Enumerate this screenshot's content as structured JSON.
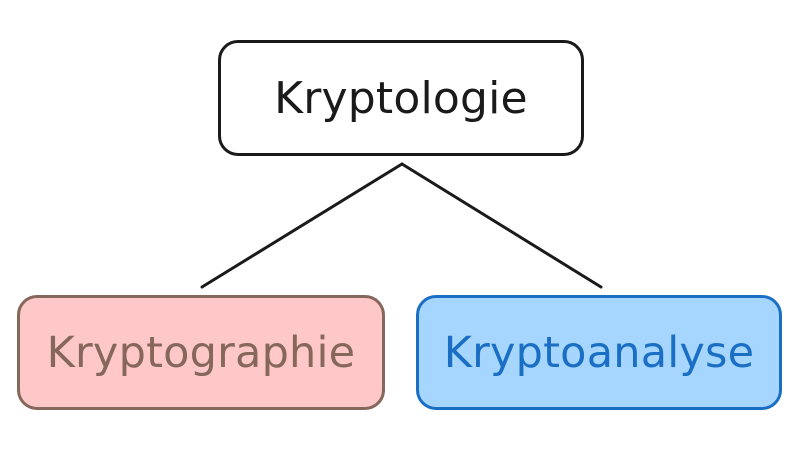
{
  "diagram": {
    "root": {
      "label": "Kryptologie"
    },
    "children": [
      {
        "label": "Kryptographie"
      },
      {
        "label": "Kryptoanalyse"
      }
    ]
  },
  "colors": {
    "root_border": "#1a1a1a",
    "root_fill": "#ffffff",
    "root_text": "#1a1a1a",
    "left_border": "#86675c",
    "left_fill": "#fec8c9",
    "left_text": "#86675c",
    "right_border": "#1a6fc4",
    "right_fill": "#a6d6fd",
    "right_text": "#1a6fc4",
    "connector": "#1a1a1a"
  }
}
